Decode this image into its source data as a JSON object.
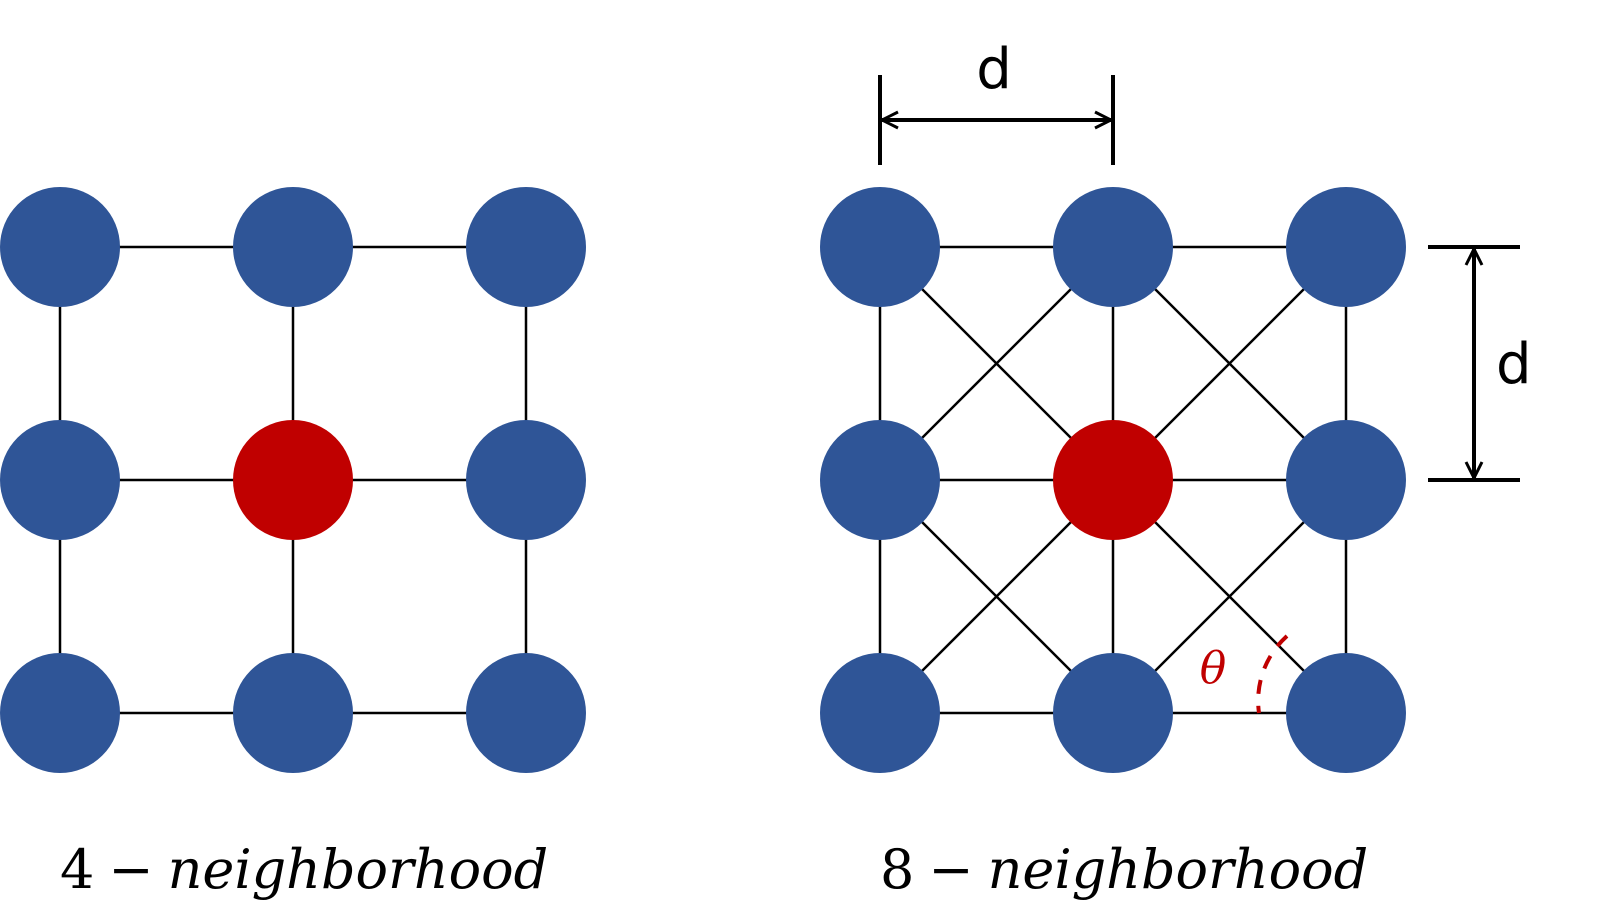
{
  "colors": {
    "node": "#2F5597",
    "center_node": "#C00000",
    "edge": "#000000",
    "angle": "#C00000"
  },
  "left_panel": {
    "caption": {
      "number": "4",
      "operator": "−",
      "word": "neighborhood"
    }
  },
  "right_panel": {
    "caption": {
      "number": "8",
      "operator": "−",
      "word": "neighborhood"
    },
    "horizontal_spacing_label": "d",
    "vertical_spacing_label": "d",
    "angle_label": "θ"
  }
}
